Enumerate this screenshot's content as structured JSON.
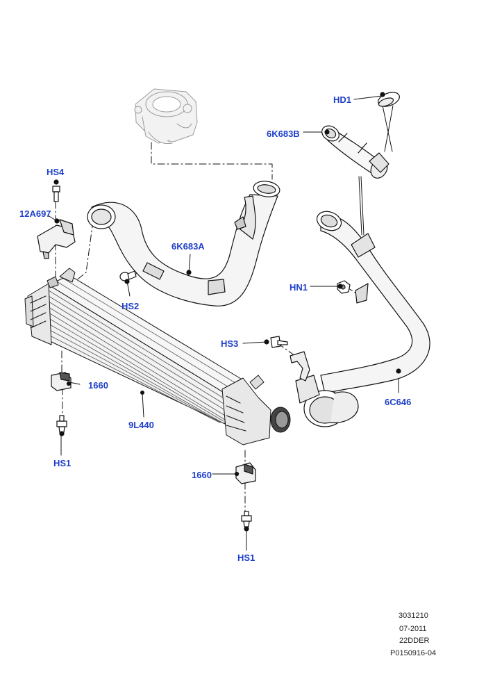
{
  "colors": {
    "callout": "#1f3fc9",
    "line": "#111111",
    "part_fill": "#f4f4f4",
    "part_shade": "#d6d6d6"
  },
  "callouts": {
    "hd1": "HD1",
    "k683b": "6K683B",
    "hs4": "HS4",
    "a697": "12A697",
    "k683a": "6K683A",
    "hs2": "HS2",
    "hn1": "HN1",
    "hs3": "HS3",
    "p1660_left": "1660",
    "c646": "6C646",
    "l440": "9L440",
    "hs1_left": "HS1",
    "p1660_bottom": "1660",
    "hs1_bottom": "HS1"
  },
  "footer": {
    "line1": "3031210",
    "line2": "07-2011",
    "line3": "22DDER",
    "line4": "P0150916-04"
  },
  "icons": [
    "throttle-body-icon",
    "clamp-icon",
    "hose-icon",
    "bolt-icon",
    "bracket-sensor-icon",
    "nut-icon",
    "intercooler-icon",
    "mount-bush-icon"
  ]
}
